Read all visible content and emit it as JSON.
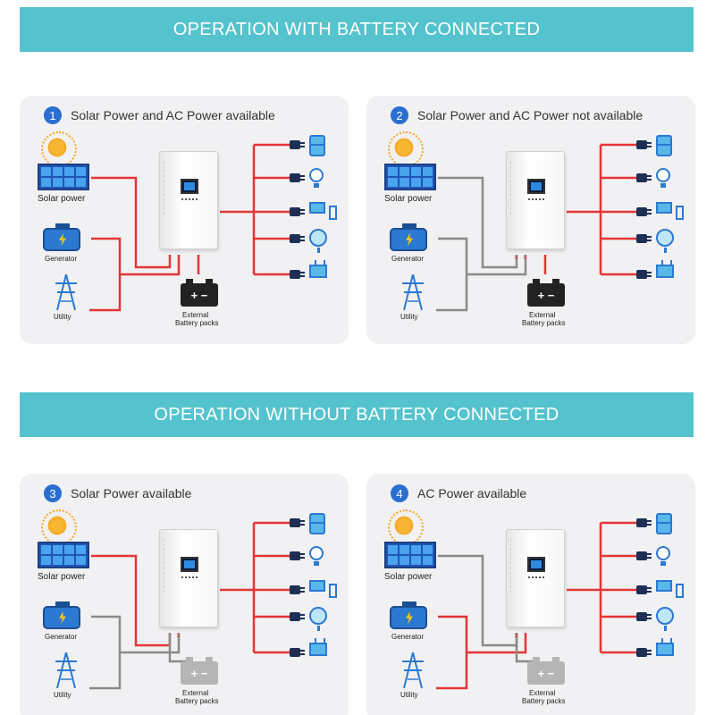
{
  "banners": {
    "top": "OPERATION WITH BATTERY CONNECTED",
    "bottom": "OPERATION WITHOUT BATTERY CONNECTED"
  },
  "colors": {
    "banner": "#55c3cd",
    "active_wire": "#e53535",
    "inactive_wire": "#8a8a8a",
    "number_badge": "#2a6fd0"
  },
  "labels": {
    "solar": "Solar power",
    "generator": "Generator",
    "utility": "Utility",
    "battery_line1": "External",
    "battery_line2": "Battery packs",
    "battery_symbol": "+ −"
  },
  "panels": [
    {
      "number": "1",
      "title": "Solar Power and AC Power available",
      "solar_active": true,
      "ac_active": true,
      "battery_connected": true
    },
    {
      "number": "2",
      "title": "Solar Power and AC Power not available",
      "solar_active": false,
      "ac_active": false,
      "battery_connected": true
    },
    {
      "number": "3",
      "title": "Solar Power available",
      "solar_active": true,
      "ac_active": false,
      "battery_connected": false
    },
    {
      "number": "4",
      "title": "AC Power available",
      "solar_active": false,
      "ac_active": true,
      "battery_connected": false
    }
  ],
  "appliances": [
    "fridge-icon",
    "bulb-icon",
    "computer-icon",
    "fan-icon",
    "tv-icon"
  ]
}
